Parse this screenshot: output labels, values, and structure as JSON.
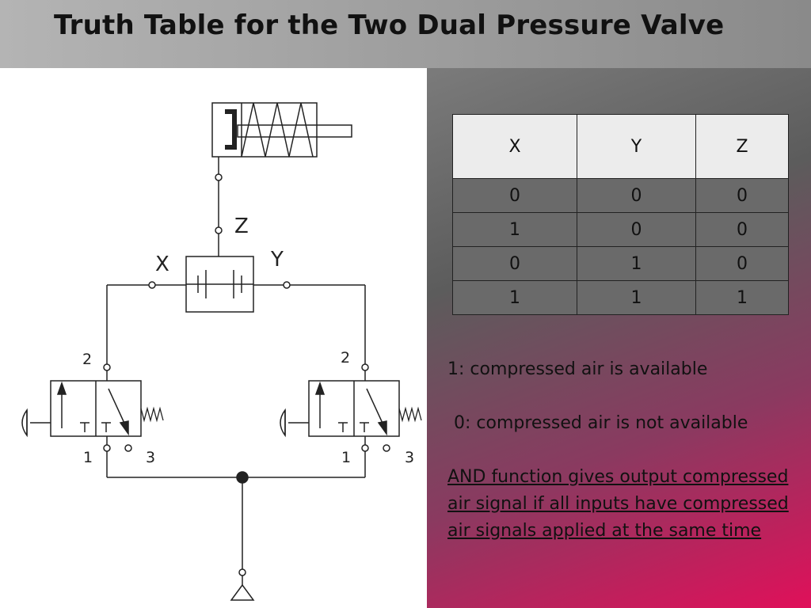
{
  "slide": {
    "title": "Truth Table for the Two Dual Pressure Valve"
  },
  "diagram": {
    "labels": {
      "z": "Z",
      "x": "X",
      "y": "Y",
      "left_port_2": "2",
      "left_port_1": "1",
      "left_port_3": "3",
      "right_port_2": "2",
      "right_port_1": "1",
      "right_port_3": "3"
    }
  },
  "truth_table": {
    "headers": [
      "X",
      "Y",
      "Z"
    ],
    "rows": [
      [
        "0",
        "0",
        "0"
      ],
      [
        "1",
        "0",
        "0"
      ],
      [
        "0",
        "1",
        "0"
      ],
      [
        "1",
        "1",
        "1"
      ]
    ]
  },
  "notes": {
    "line1": "1: compressed air is available",
    "line2": "0: compressed air is not available",
    "and_description": "AND function gives output compressed air signal if all inputs have compressed air signals applied at the same time"
  }
}
